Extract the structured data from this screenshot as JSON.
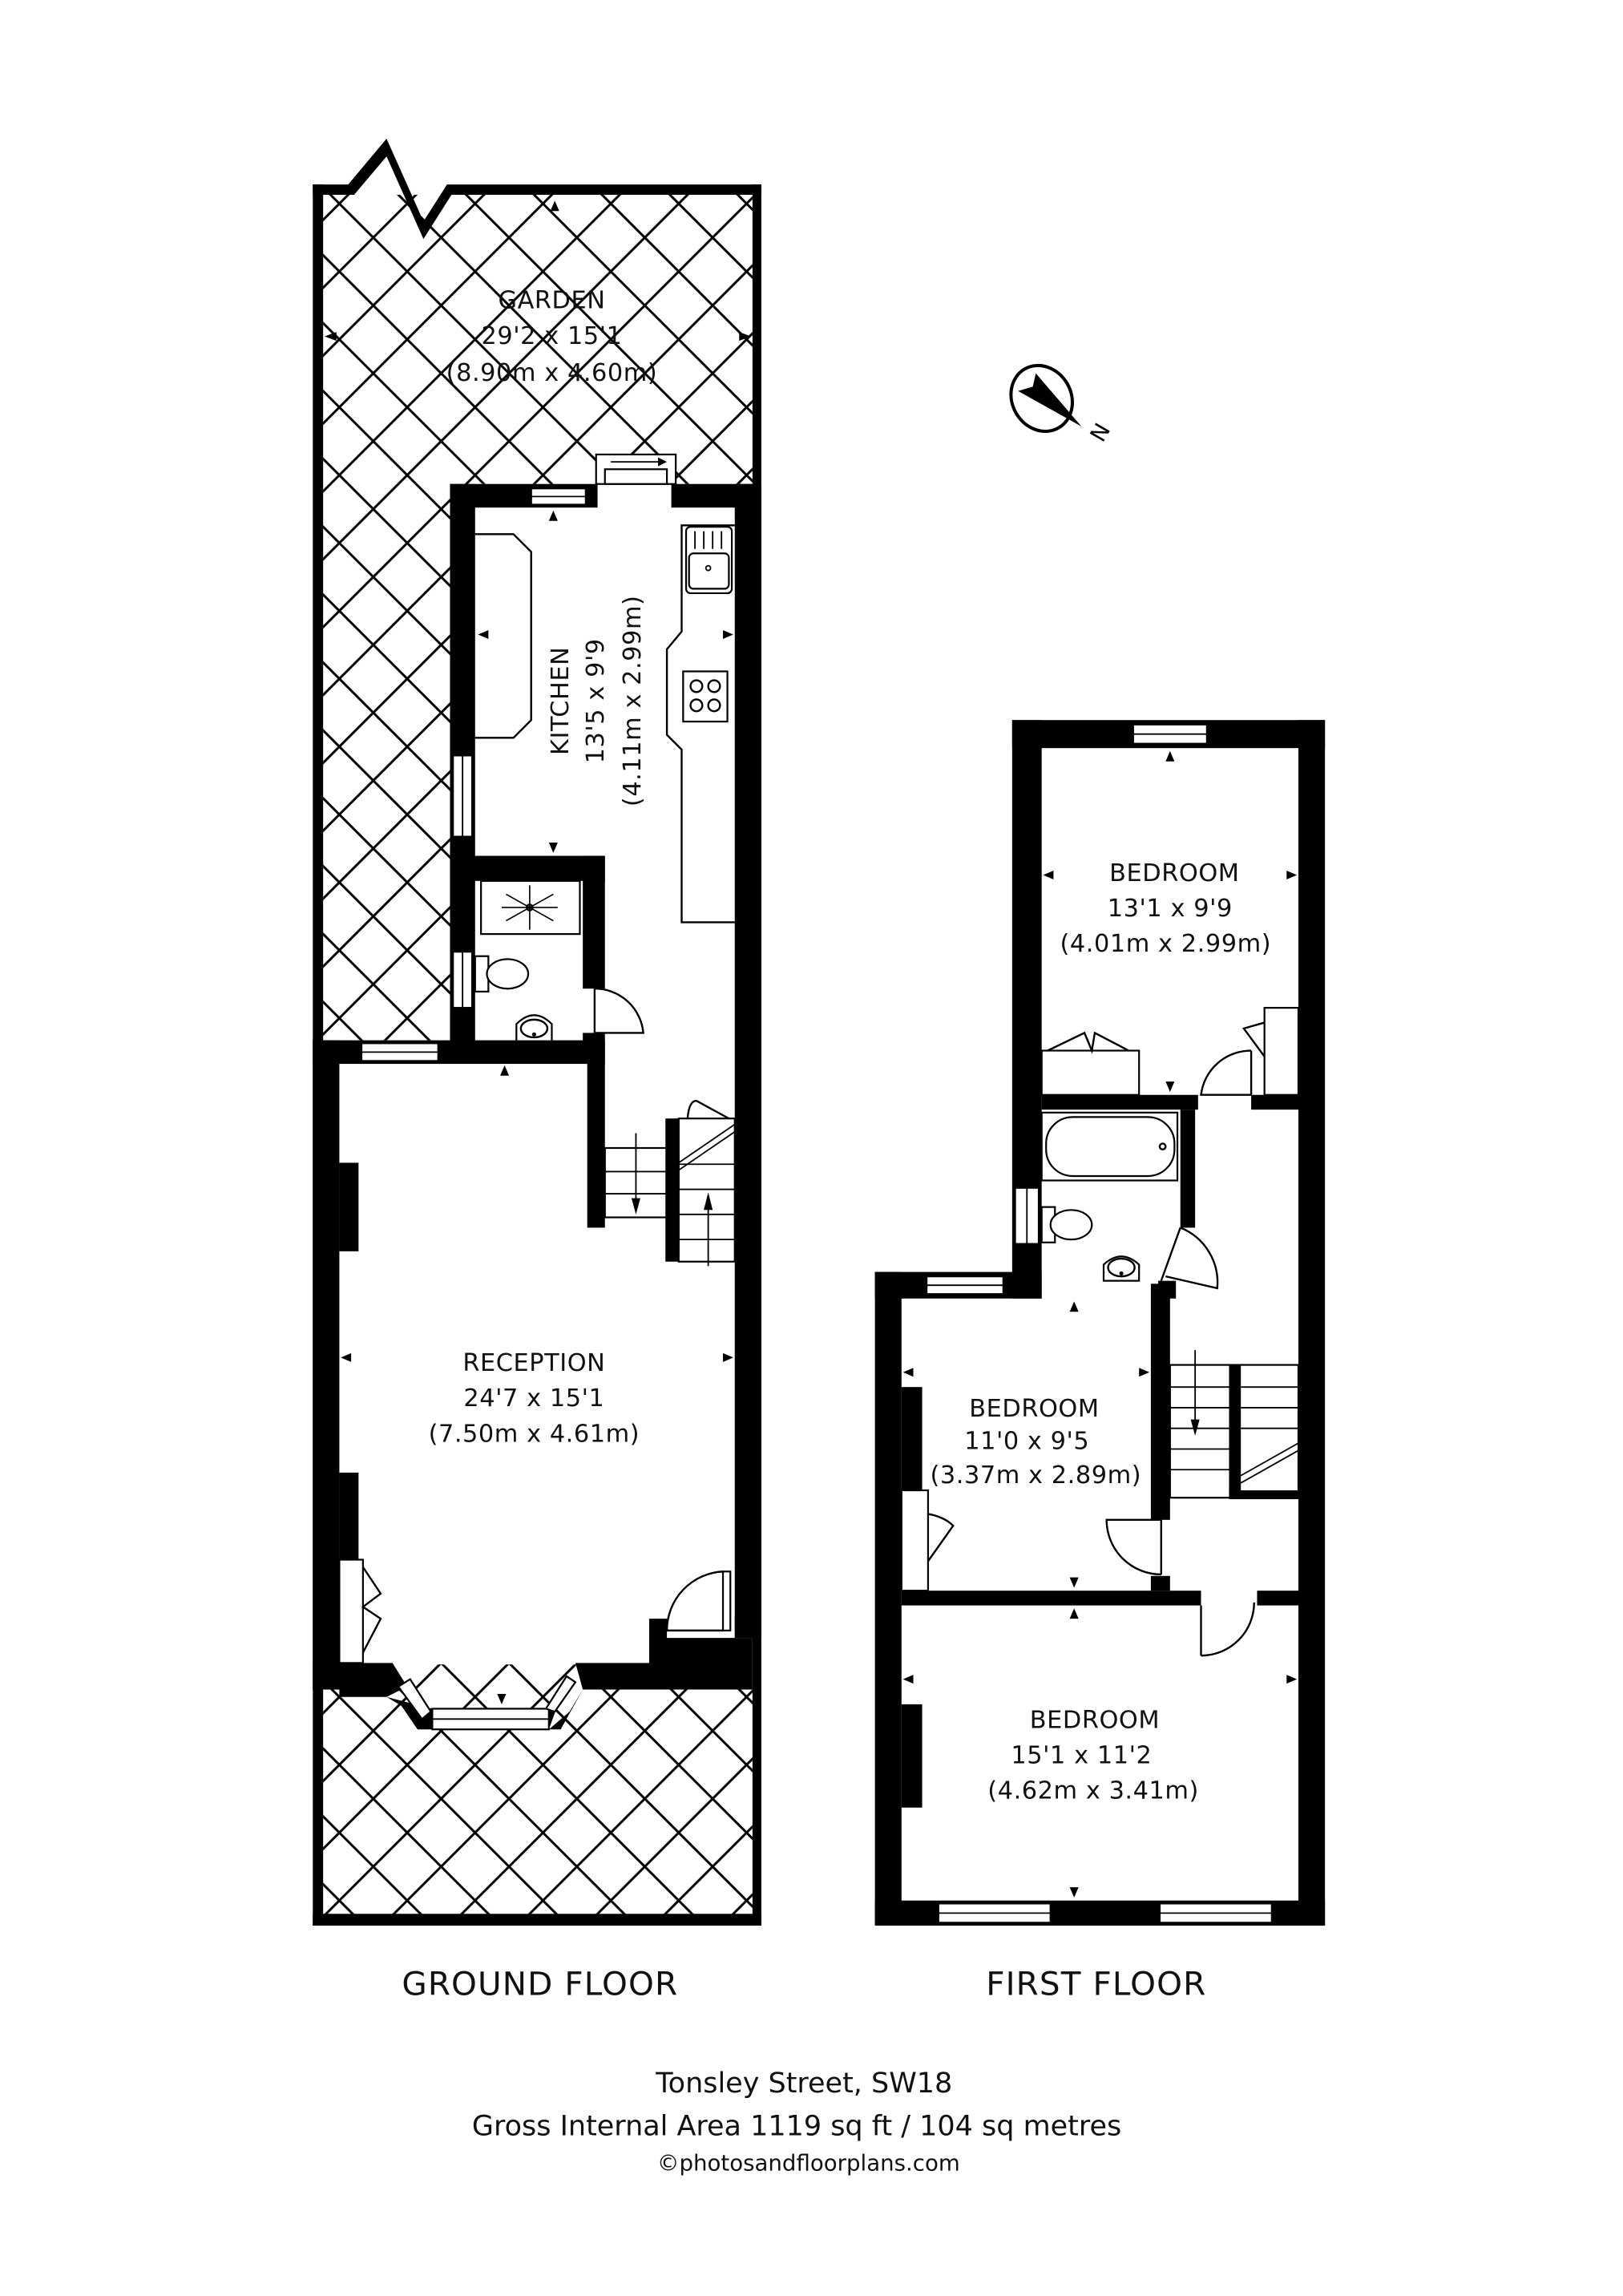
{
  "floors": [
    {
      "label": "GROUND FLOOR",
      "rooms": [
        {
          "name": "GARDEN",
          "imperial": "29'2 x 15'1",
          "metric": "(8.90m x 4.60m)"
        },
        {
          "name": "KITCHEN",
          "imperial": "13'5 x 9'9",
          "metric": "(4.11m x 2.99m)"
        },
        {
          "name": "RECEPTION",
          "imperial": "24'7 x 15'1",
          "metric": "(7.50m x 4.61m)"
        }
      ]
    },
    {
      "label": "FIRST FLOOR",
      "rooms": [
        {
          "name": "BEDROOM",
          "imperial": "13'1 x 9'9",
          "metric": "(4.01m x 2.99m)"
        },
        {
          "name": "BEDROOM",
          "imperial": "11'0 x 9'5",
          "metric": "(3.37m x 2.89m)"
        },
        {
          "name": "BEDROOM",
          "imperial": "15'1 x 11'2",
          "metric": "(4.62m x 3.41m)"
        }
      ]
    }
  ],
  "compass": {
    "label": "N",
    "icon": "north-arrow-icon"
  },
  "footer": {
    "address": "Tonsley Street, SW18",
    "area": "Gross Internal Area 1119 sq ft / 104 sq metres",
    "copyright": "©photosandfloorplans.com"
  },
  "colors": {
    "wall": "#000000",
    "background": "#ffffff"
  }
}
